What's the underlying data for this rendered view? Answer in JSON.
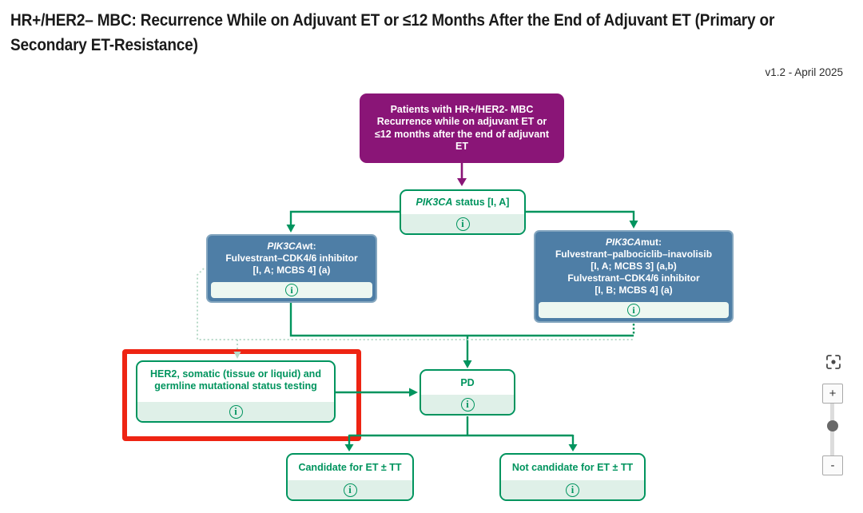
{
  "header": {
    "title_line1": "HR+/HER2– MBC: Recurrence While on Adjuvant ET or ≤12 Months After the End of Adjuvant ET (Primary or",
    "title_line2": "Secondary ET-Resistance)",
    "version": "v1.2 - April 2025"
  },
  "flowchart": {
    "info_glyph": "i",
    "nodes": {
      "patients": {
        "lines": [
          "Patients with HR+/HER2- MBC",
          "Recurrence while on adjuvant ET or",
          "≤12 months after the end of adjuvant",
          "ET"
        ]
      },
      "pik3ca_status": {
        "gene": "PIK3CA",
        "rest": " status [I, A]"
      },
      "pik3ca_wt": {
        "gene": "PIK3CA",
        "gene_suffix": "wt:",
        "lines": [
          "Fulvestrant–CDK4/6 inhibitor",
          "[I, A; MCBS 4] (a)"
        ]
      },
      "pik3ca_mut": {
        "gene": "PIK3CA",
        "gene_suffix": "mut:",
        "lines": [
          "Fulvestrant–palbociclib–inavolisib",
          "[I, A; MCBS 3] (a,b)",
          "Fulvestrant–CDK4/6 inhibitor",
          "[I, B; MCBS 4] (a)"
        ]
      },
      "her2_testing": {
        "lines": [
          "HER2, somatic (tissue or liquid) and",
          "germline mutational status testing"
        ]
      },
      "pd": {
        "label": "PD"
      },
      "candidate": {
        "label": "Candidate for ET ± TT"
      },
      "not_candidate": {
        "label": "Not candidate for ET ± TT"
      }
    }
  },
  "zoom_controls": {
    "zoom_in_label": "+",
    "zoom_out_label": "-"
  },
  "colors": {
    "purple": "#8a1577",
    "green": "#00945e",
    "light_green": "#dff0e8",
    "blue": "#4e7ea6",
    "blue_border": "#84a6bf",
    "blue_strip": "#edf7f1",
    "red_highlight": "#ee2413",
    "dotted_green": "#b7d9c8"
  }
}
